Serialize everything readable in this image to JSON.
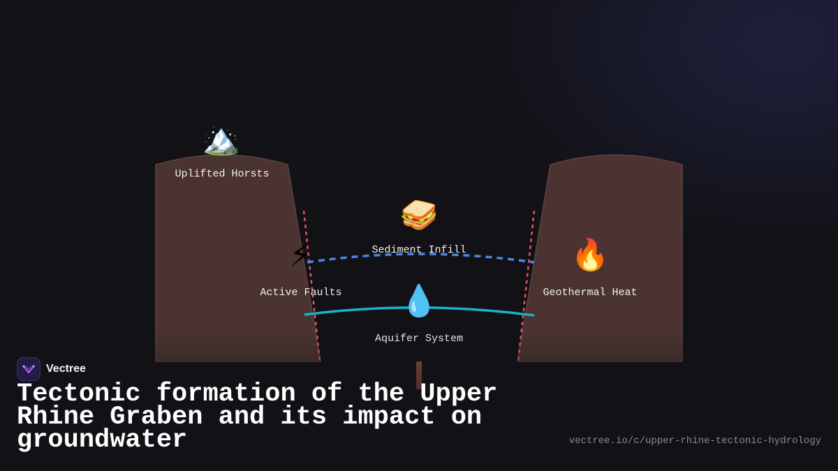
{
  "brand": {
    "name": "Vectree",
    "logo_icon": "vectree-logo-icon"
  },
  "title": "Tectonic formation of the Upper Rhine Graben and its impact on groundwater",
  "source_url": "vectree.io/c/upper-rhine-tectonic-hydrology",
  "colors": {
    "background": "#111116",
    "horst_fill": "#4a3330",
    "fault_line": "#e05561",
    "sediment_line": "#4a86e8",
    "aquifer_line": "#17b3cc",
    "label_text": "#f2f2f2"
  },
  "diagram": {
    "nodes": {
      "horsts": {
        "label": "Uplifted Horsts",
        "icon": "mountain-icon",
        "glyph": "🏔️"
      },
      "sediment": {
        "label": "Sediment Infill",
        "icon": "sandwich-icon",
        "glyph": "🥪"
      },
      "faults": {
        "label": "Active Faults",
        "icon": "lightning-icon",
        "glyph": "⚡"
      },
      "aquifer": {
        "label": "Aquifer System",
        "icon": "droplet-icon",
        "glyph": "💧"
      },
      "geothermal": {
        "label": "Geothermal Heat",
        "icon": "fire-icon",
        "glyph": "🔥"
      }
    }
  }
}
